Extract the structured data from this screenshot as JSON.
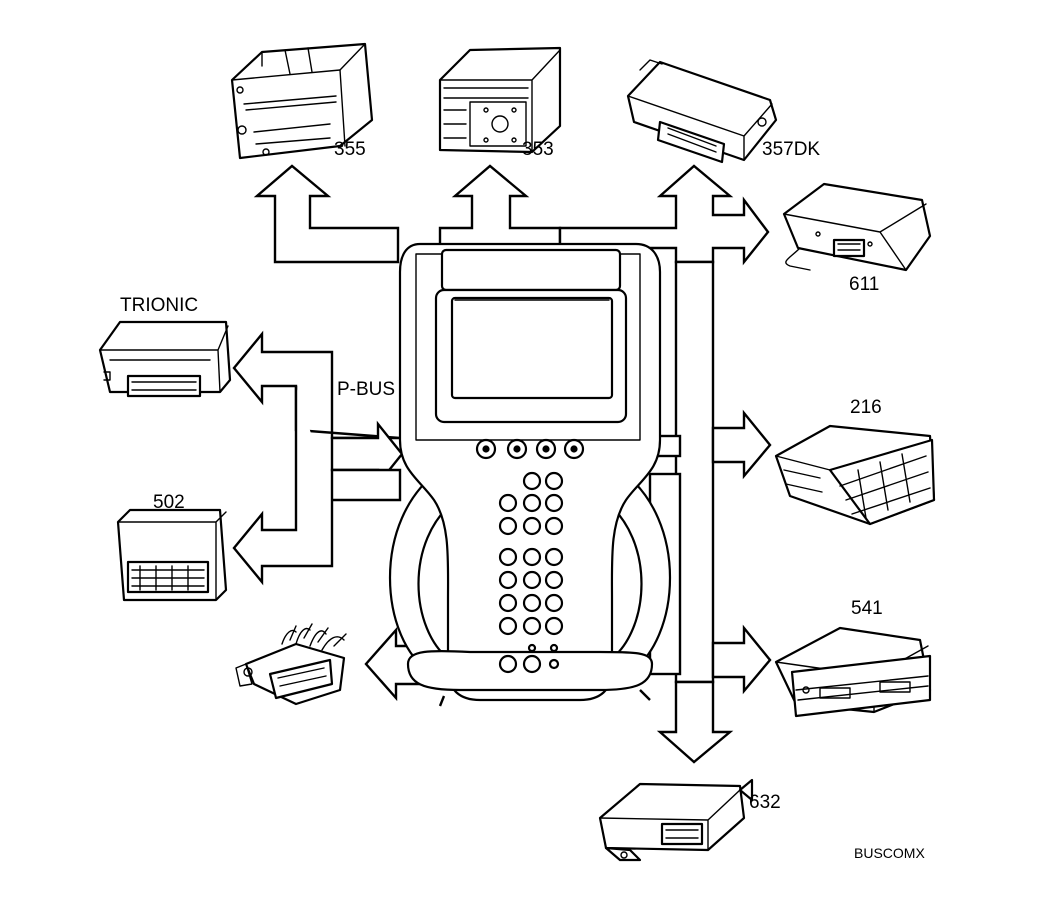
{
  "labels": {
    "m355": "355",
    "m353": "353",
    "m357dk": "357DK",
    "m611": "611",
    "trionic": "TRIONIC",
    "pbus": "P-BUS",
    "m216": "216",
    "m502": "502",
    "m541": "541",
    "m632": "632",
    "figure_code": "BUSCOMX"
  }
}
